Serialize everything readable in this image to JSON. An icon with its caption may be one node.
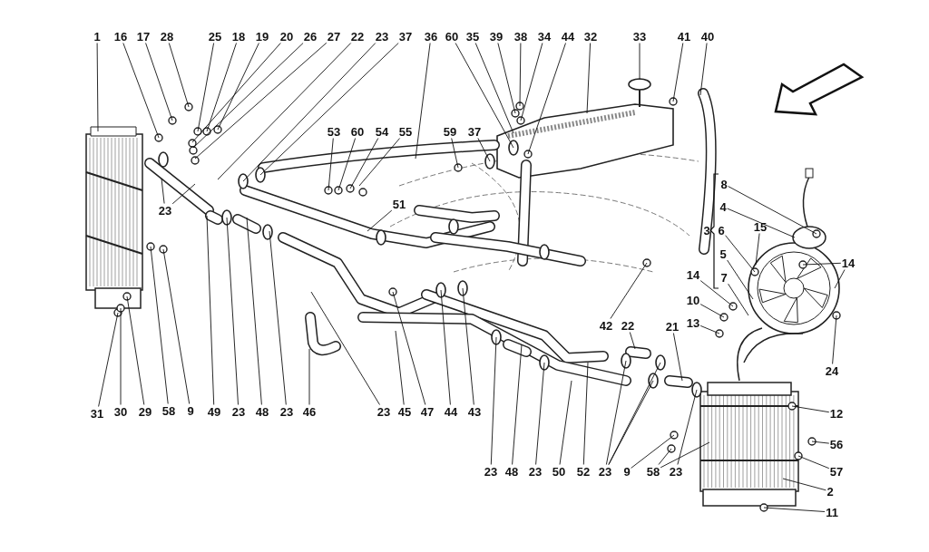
{
  "diagram": {
    "nodes": [
      {
        "text": [
          "1"
        ]
      },
      {
        "text": [
          "16"
        ]
      },
      {
        "text": [
          "17"
        ]
      },
      {
        "text": [
          "28"
        ]
      },
      {
        "text": [
          "25"
        ]
      },
      {
        "text": [
          "18"
        ]
      },
      {
        "text": [
          "19"
        ]
      },
      {
        "text": [
          "20"
        ]
      },
      {
        "text": [
          "26"
        ]
      },
      {
        "text": [
          "27"
        ]
      },
      {
        "text": [
          "22"
        ]
      },
      {
        "text": [
          "23"
        ]
      },
      {
        "text": [
          "37"
        ]
      },
      {
        "text": [
          "36"
        ]
      },
      {
        "text": [
          "60"
        ]
      },
      {
        "text": [
          "35"
        ]
      },
      {
        "text": [
          "39"
        ]
      },
      {
        "text": [
          "38"
        ]
      },
      {
        "text": [
          "34"
        ]
      },
      {
        "text": [
          "44"
        ]
      },
      {
        "text": [
          "32"
        ]
      },
      {
        "text": [
          "33"
        ]
      },
      {
        "text": [
          "41"
        ]
      },
      {
        "text": [
          "40"
        ]
      },
      {
        "text": [
          "53"
        ]
      },
      {
        "text": [
          "60"
        ]
      },
      {
        "text": [
          "54"
        ]
      },
      {
        "text": [
          "55"
        ]
      },
      {
        "text": [
          "59"
        ]
      },
      {
        "text": [
          "37"
        ]
      },
      {
        "text": [
          "8"
        ]
      },
      {
        "text": [
          "4"
        ]
      },
      {
        "text": [
          "6"
        ]
      },
      {
        "text": [
          "15"
        ]
      },
      {
        "text": [
          "14"
        ]
      },
      {
        "text": [
          "5"
        ]
      },
      {
        "text": [
          "7"
        ]
      },
      {
        "text": [
          "23"
        ]
      },
      {
        "text": [
          "51"
        ]
      },
      {
        "text": [
          "14"
        ]
      },
      {
        "text": [
          "10"
        ]
      },
      {
        "text": [
          "13"
        ]
      },
      {
        "text": [
          "42"
        ]
      },
      {
        "text": [
          "22"
        ]
      },
      {
        "text": [
          "21"
        ]
      },
      {
        "text": [
          "24"
        ]
      },
      {
        "text": [
          "12"
        ]
      },
      {
        "text": [
          "56"
        ]
      },
      {
        "text": [
          "57"
        ]
      },
      {
        "text": [
          "2"
        ]
      },
      {
        "text": [
          "11"
        ]
      },
      {
        "text": [
          "31"
        ]
      },
      {
        "text": [
          "30"
        ]
      },
      {
        "text": [
          "29"
        ]
      },
      {
        "text": [
          "58"
        ]
      },
      {
        "text": [
          "9"
        ]
      },
      {
        "text": [
          "49"
        ]
      },
      {
        "text": [
          "23"
        ]
      },
      {
        "text": [
          "48"
        ]
      },
      {
        "text": [
          "23"
        ]
      },
      {
        "text": [
          "46"
        ]
      },
      {
        "text": [
          "23"
        ]
      },
      {
        "text": [
          "45"
        ]
      },
      {
        "text": [
          "47"
        ]
      },
      {
        "text": [
          "44"
        ]
      },
      {
        "text": [
          "43"
        ]
      },
      {
        "text": [
          "23"
        ]
      },
      {
        "text": [
          "48"
        ]
      },
      {
        "text": [
          "23"
        ]
      },
      {
        "text": [
          "50"
        ]
      },
      {
        "text": [
          "52"
        ]
      },
      {
        "text": [
          "23"
        ]
      },
      {
        "text": [
          "9"
        ]
      },
      {
        "text": [
          "58"
        ]
      },
      {
        "text": [
          "23"
        ]
      }
    ],
    "edges": [
      {
        "from": 0,
        "to": null,
        "arrow": "none"
      },
      {
        "from": 1,
        "to": null,
        "arrow": "none"
      },
      {
        "from": 2,
        "to": null,
        "arrow": "none"
      },
      {
        "from": 3,
        "to": null,
        "arrow": "none"
      },
      {
        "from": 4,
        "to": null,
        "arrow": "none"
      },
      {
        "from": 5,
        "to": null,
        "arrow": "none"
      },
      {
        "from": 6,
        "to": null,
        "arrow": "none"
      },
      {
        "from": 7,
        "to": null,
        "arrow": "none"
      },
      {
        "from": 8,
        "to": null,
        "arrow": "none"
      },
      {
        "from": 9,
        "to": null,
        "arrow": "none"
      },
      {
        "from": 10,
        "to": null,
        "arrow": "none"
      },
      {
        "from": 11,
        "to": null,
        "arrow": "none"
      },
      {
        "from": 12,
        "to": null,
        "arrow": "none"
      },
      {
        "from": 13,
        "to": null,
        "arrow": "none"
      },
      {
        "from": 14,
        "to": null,
        "arrow": "none"
      },
      {
        "from": 15,
        "to": null,
        "arrow": "none"
      },
      {
        "from": 16,
        "to": null,
        "arrow": "none"
      },
      {
        "from": 17,
        "to": null,
        "arrow": "none"
      },
      {
        "from": 18,
        "to": null,
        "arrow": "none"
      },
      {
        "from": 19,
        "to": null,
        "arrow": "none"
      },
      {
        "from": 20,
        "to": null,
        "arrow": "none"
      },
      {
        "from": 21,
        "to": null,
        "arrow": "none"
      },
      {
        "from": 22,
        "to": null,
        "arrow": "none"
      },
      {
        "from": 23,
        "to": null,
        "arrow": "none"
      },
      {
        "from": 24,
        "to": null,
        "arrow": "none"
      },
      {
        "from": 25,
        "to": null,
        "arrow": "none"
      },
      {
        "from": 26,
        "to": null,
        "arrow": "none"
      },
      {
        "from": 27,
        "to": null,
        "arrow": "none"
      },
      {
        "from": 28,
        "to": null,
        "arrow": "none"
      },
      {
        "from": 29,
        "to": null,
        "arrow": "none"
      },
      {
        "from": 30,
        "to": null,
        "arrow": "none"
      },
      {
        "from": 31,
        "to": null,
        "arrow": "none"
      },
      {
        "from": 32,
        "to": null,
        "arrow": "none"
      },
      {
        "from": 33,
        "to": null,
        "arrow": "none"
      },
      {
        "from": 34,
        "to": null,
        "arrow": "none"
      },
      {
        "from": 34,
        "to": null,
        "arrow": "none"
      },
      {
        "from": 35,
        "to": null,
        "arrow": "none"
      },
      {
        "from": 36,
        "to": null,
        "arrow": "none"
      },
      {
        "from": 37,
        "to": null,
        "arrow": "none"
      },
      {
        "from": 37,
        "to": null,
        "arrow": "none"
      },
      {
        "from": 38,
        "to": null,
        "arrow": "none"
      },
      {
        "from": 39,
        "to": null,
        "arrow": "none"
      },
      {
        "from": 40,
        "to": null,
        "arrow": "none"
      },
      {
        "from": 41,
        "to": null,
        "arrow": "none"
      },
      {
        "from": 42,
        "to": null,
        "arrow": "none"
      },
      {
        "from": 43,
        "to": null,
        "arrow": "none"
      },
      {
        "from": 44,
        "to": null,
        "arrow": "none"
      },
      {
        "from": 45,
        "to": null,
        "arrow": "none"
      },
      {
        "from": 46,
        "to": null,
        "arrow": "none"
      },
      {
        "from": 47,
        "to": null,
        "arrow": "none"
      },
      {
        "from": 48,
        "to": null,
        "arrow": "none"
      },
      {
        "from": 49,
        "to": null,
        "arrow": "none"
      },
      {
        "from": 50,
        "to": null,
        "arrow": "none"
      },
      {
        "from": 51,
        "to": null,
        "arrow": "none"
      },
      {
        "from": 52,
        "to": null,
        "arrow": "none"
      },
      {
        "from": 53,
        "to": null,
        "arrow": "none"
      },
      {
        "from": 54,
        "to": null,
        "arrow": "none"
      },
      {
        "from": 55,
        "to": null,
        "arrow": "none"
      },
      {
        "from": 56,
        "to": null,
        "arrow": "none"
      },
      {
        "from": 57,
        "to": null,
        "arrow": "none"
      },
      {
        "from": 58,
        "to": null,
        "arrow": "none"
      },
      {
        "from": 59,
        "to": null,
        "arrow": "none"
      },
      {
        "from": 60,
        "to": null,
        "arrow": "none"
      },
      {
        "from": 61,
        "to": null,
        "arrow": "none"
      },
      {
        "from": 62,
        "to": null,
        "arrow": "none"
      },
      {
        "from": 63,
        "to": null,
        "arrow": "none"
      },
      {
        "from": 64,
        "to": null,
        "arrow": "none"
      },
      {
        "from": 65,
        "to": null,
        "arrow": "none"
      },
      {
        "from": 66,
        "to": null,
        "arrow": "none"
      },
      {
        "from": 67,
        "to": null,
        "arrow": "none"
      },
      {
        "from": 68,
        "to": null,
        "arrow": "none"
      },
      {
        "from": 69,
        "to": null,
        "arrow": "none"
      },
      {
        "from": 70,
        "to": null,
        "arrow": "none"
      },
      {
        "from": 71,
        "to": null,
        "arrow": "none"
      },
      {
        "from": 71,
        "to": null,
        "arrow": "none"
      },
      {
        "from": 71,
        "to": null,
        "arrow": "none"
      },
      {
        "from": 72,
        "to": null,
        "arrow": "none"
      },
      {
        "from": 73,
        "to": null,
        "arrow": "none"
      },
      {
        "from": 73,
        "to": null,
        "arrow": "none"
      },
      {
        "from": 74,
        "to": null,
        "arrow": "none"
      }
    ],
    "labels": [
      "3"
    ]
  }
}
